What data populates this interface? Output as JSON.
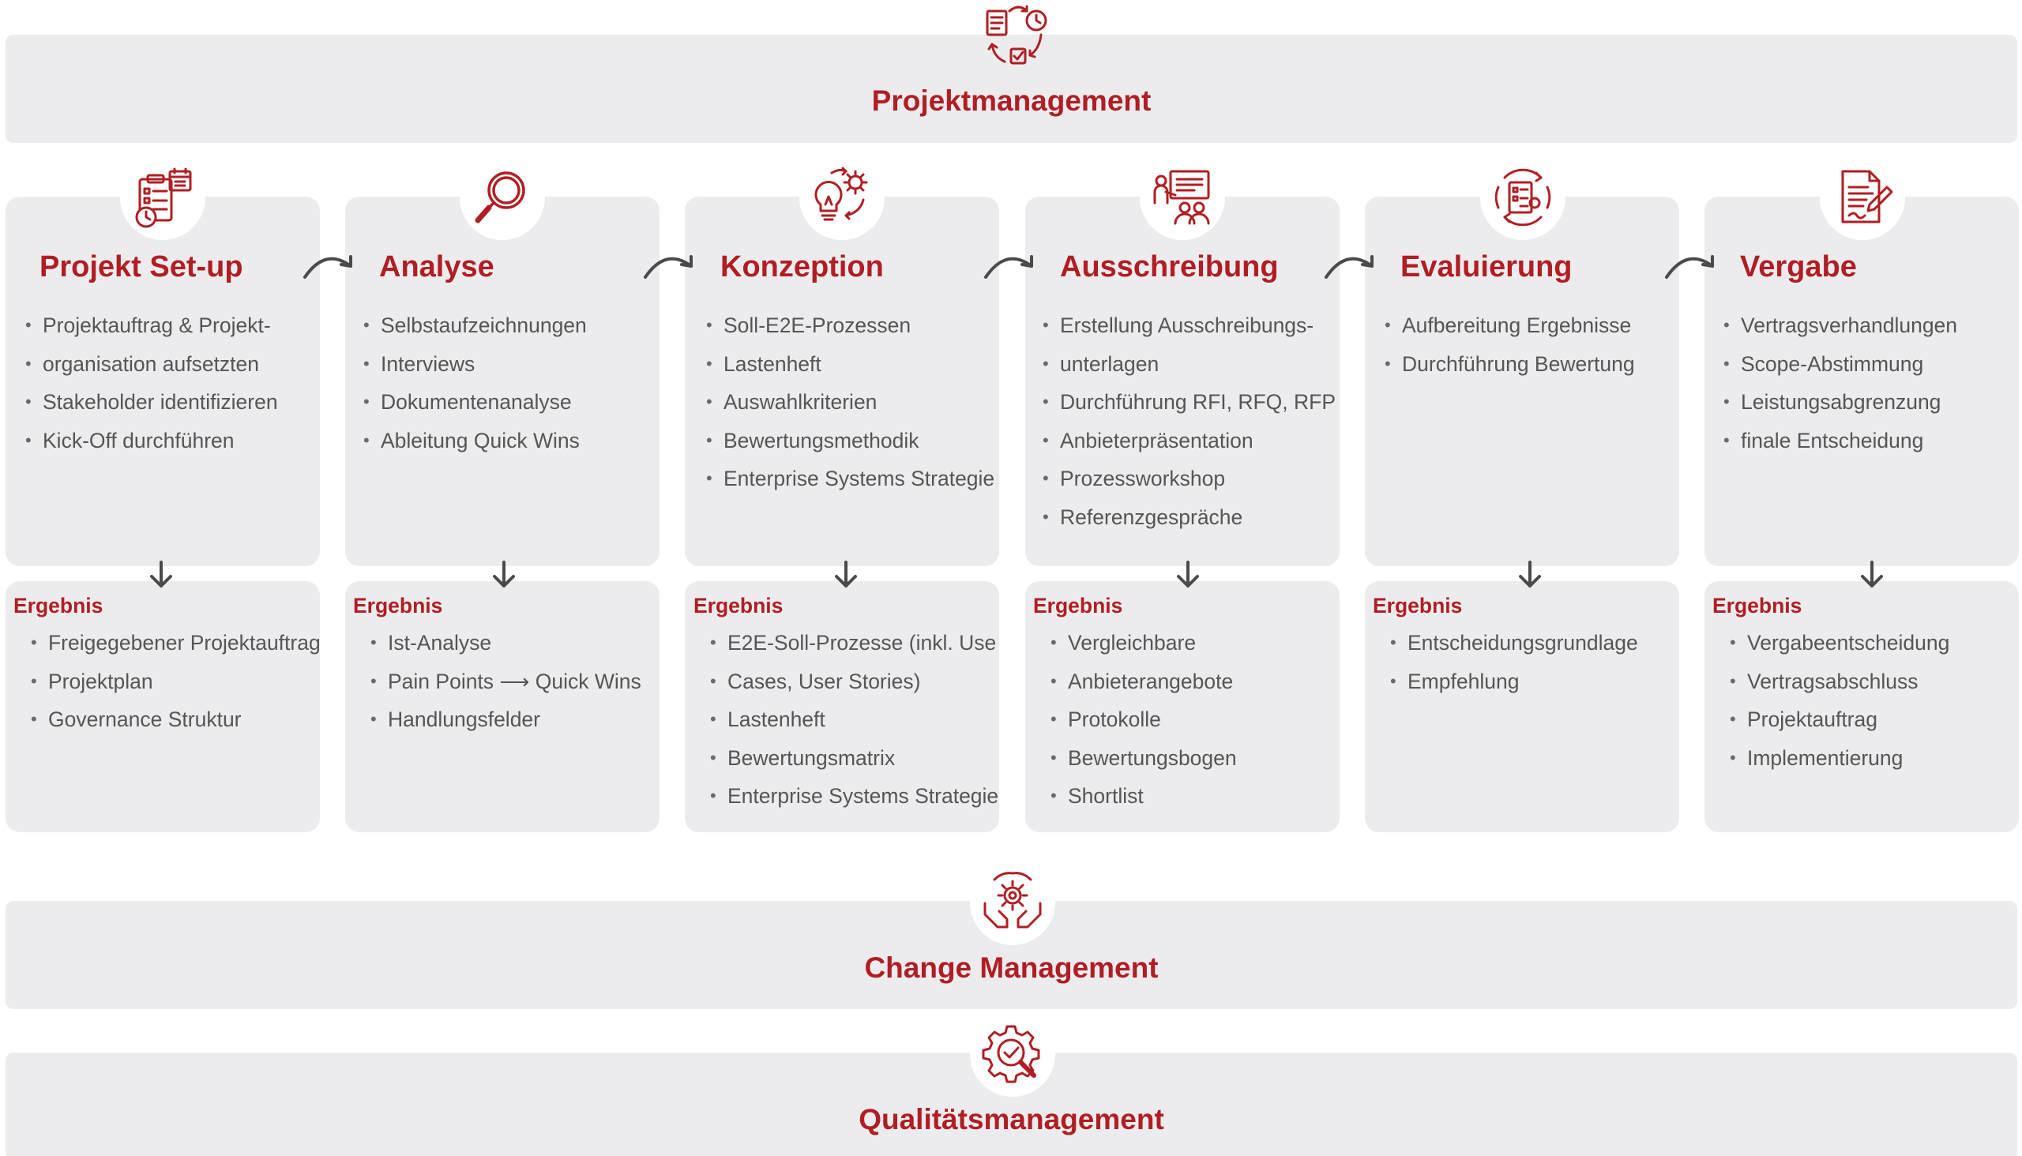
{
  "top_band": {
    "title": "Projektmanagement",
    "icon": "project-cycle-icon"
  },
  "phases": [
    {
      "title": "Projekt Set-up",
      "icon": "project-setup-icon",
      "items": [
        "Projektauftrag & Projekt-",
        "organisation aufsetzten",
        "Stakeholder identifizieren",
        "Kick-Off durchführen"
      ],
      "result_label": "Ergebnis",
      "results": [
        "Freigegebener Projektauftrag",
        "Projektplan",
        "Governance Struktur"
      ]
    },
    {
      "title": "Analyse",
      "icon": "magnifier-icon",
      "items": [
        "Selbstaufzeichnungen",
        "Interviews",
        "Dokumentenanalyse",
        "Ableitung Quick Wins"
      ],
      "result_label": "Ergebnis",
      "results": [
        "Ist-Analyse",
        "Pain Points ⟶ Quick Wins",
        "Handlungsfelder"
      ]
    },
    {
      "title": "Konzeption",
      "icon": "idea-gear-icon",
      "items": [
        "Soll-E2E-Prozessen",
        "Lastenheft",
        "Auswahlkriterien",
        "Bewertungsmethodik",
        "Enterprise Systems Strategie"
      ],
      "result_label": "Ergebnis",
      "results": [
        "E2E-Soll-Prozesse (inkl. Use",
        "Cases, User Stories)",
        "Lastenheft",
        "Bewertungsmatrix",
        "Enterprise Systems Strategie"
      ]
    },
    {
      "title": "Ausschreibung",
      "icon": "presentation-icon",
      "items": [
        "Erstellung Ausschreibungs-",
        "unterlagen",
        "Durchführung RFI, RFQ, RFP",
        "Anbieterpräsentation",
        "Prozessworkshop",
        "Referenzgespräche"
      ],
      "result_label": "Ergebnis",
      "results": [
        "Vergleichbare",
        "Anbieterangebote",
        "Protokolle",
        "Bewertungsbogen",
        "Shortlist"
      ]
    },
    {
      "title": "Evaluierung",
      "icon": "evaluation-icon",
      "items": [
        "Aufbereitung Ergebnisse",
        "Durchführung Bewertung"
      ],
      "result_label": "Ergebnis",
      "results": [
        "Entscheidungsgrundlage",
        "Empfehlung"
      ]
    },
    {
      "title": "Vergabe",
      "icon": "contract-icon",
      "items": [
        "Vertragsverhandlungen",
        "Scope-Abstimmung",
        "Leistungsabgrenzung",
        "finale Entscheidung"
      ],
      "result_label": "Ergebnis",
      "results": [
        "Vergabeentscheidung",
        "Vertragsabschluss",
        "Projektauftrag",
        "Implementierung"
      ]
    }
  ],
  "change_band": {
    "title": "Change Management",
    "icon": "hands-gear-icon"
  },
  "quality_band": {
    "title": "Qualitätsmanagement",
    "icon": "quality-gear-icon"
  },
  "colors": {
    "accent": "#b01e23",
    "panel": "#ececee",
    "text": "#555555",
    "arrow": "#4a4a4a"
  }
}
